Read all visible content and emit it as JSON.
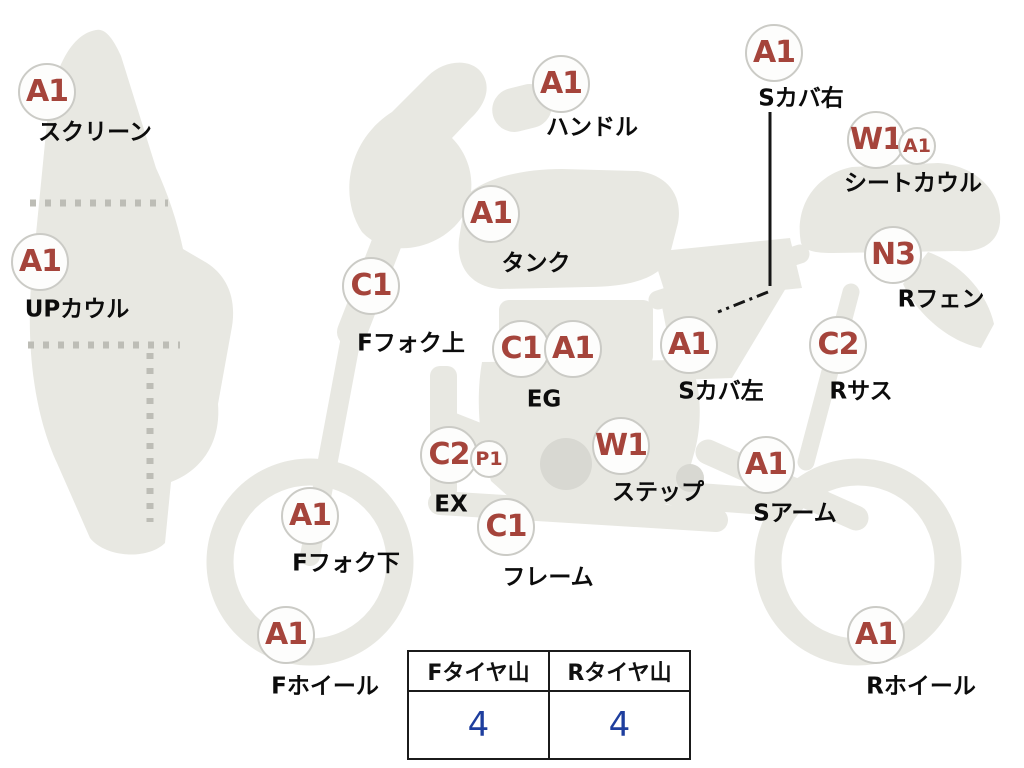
{
  "diagram": {
    "points": [
      {
        "name": "screen",
        "grade": "A1",
        "label": "スクリーン"
      },
      {
        "name": "up-cowl",
        "grade": "A1",
        "label": "UPカウル"
      },
      {
        "name": "handle",
        "grade": "A1",
        "label": "ハンドル"
      },
      {
        "name": "tank",
        "grade": "A1",
        "label": "タンク"
      },
      {
        "name": "front-fork-upper",
        "grade": "C1",
        "label": "Fフォク上"
      },
      {
        "name": "engine",
        "grade": "C1",
        "grade2": "A1",
        "label": "EG"
      },
      {
        "name": "exhaust",
        "grade": "C2",
        "grade2": "P1",
        "label": "EX"
      },
      {
        "name": "front-fork-lower",
        "grade": "A1",
        "label": "Fフォク下"
      },
      {
        "name": "frame",
        "grade": "C1",
        "label": "フレーム"
      },
      {
        "name": "front-wheel",
        "grade": "A1",
        "label": "Fホイール"
      },
      {
        "name": "step",
        "grade": "W1",
        "label": "ステップ"
      },
      {
        "name": "side-cover-left",
        "grade": "A1",
        "label": "Sカバ左"
      },
      {
        "name": "side-cover-right",
        "grade": "A1",
        "label": "Sカバ右"
      },
      {
        "name": "seat-cowl",
        "grade": "W1",
        "grade2": "A1",
        "label": "シートカウル"
      },
      {
        "name": "rear-fender",
        "grade": "N3",
        "label": "Rフェン"
      },
      {
        "name": "rear-suspension",
        "grade": "C2",
        "label": "Rサス"
      },
      {
        "name": "swing-arm",
        "grade": "A1",
        "label": "Sアーム"
      },
      {
        "name": "rear-wheel",
        "grade": "A1",
        "label": "Rホイール"
      }
    ]
  },
  "tire_table": {
    "columns": [
      {
        "header": "Fタイヤ山",
        "value": "4"
      },
      {
        "header": "Rタイヤ山",
        "value": "4"
      }
    ]
  },
  "colors": {
    "grade_text": "#a5443b",
    "tire_value": "#1e3e9e",
    "silhouette": "#e8e8e2",
    "silhouette_dark": "#d8d8d2",
    "dotted_line": "#bdbdb6",
    "leader_line": "#161616"
  }
}
